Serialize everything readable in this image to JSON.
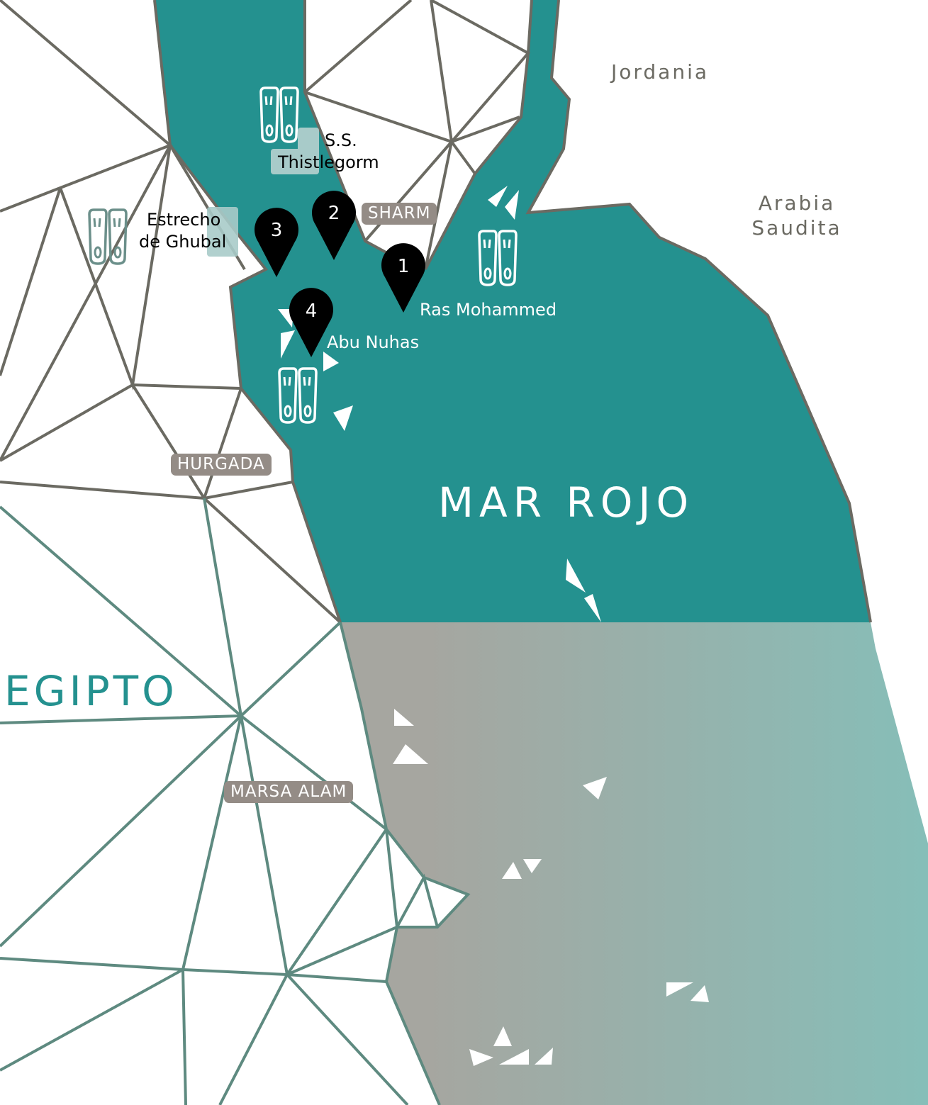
{
  "map": {
    "countries": {
      "jordan": "Jordania",
      "saudi_line1": "Arabia",
      "saudi_line2": "Saudita",
      "egypt": "EGIPTO"
    },
    "sea_name": "MAR ROJO",
    "cities": [
      "SHARM",
      "HURGADA",
      "MARSA ALAM"
    ],
    "dive_sites": {
      "thistlegorm_line1": "S.S.",
      "thistlegorm_line2": "Thistlegorm",
      "ghubal_line1": "Estrecho",
      "ghubal_line2": "de Ghubal",
      "ras_mohammed": "Ras Mohammed",
      "abu_nuhas": "Abu Nuhas"
    },
    "pins": [
      "1",
      "2",
      "3",
      "4"
    ],
    "icons": [
      "fins-icon",
      "map-pin-icon"
    ],
    "colors": {
      "sea": "#24918f",
      "lines": "#6b6a62",
      "city_badge": "#948c86",
      "gradient_left": "#a6a6a0",
      "gradient_right": "#86beb8"
    }
  }
}
